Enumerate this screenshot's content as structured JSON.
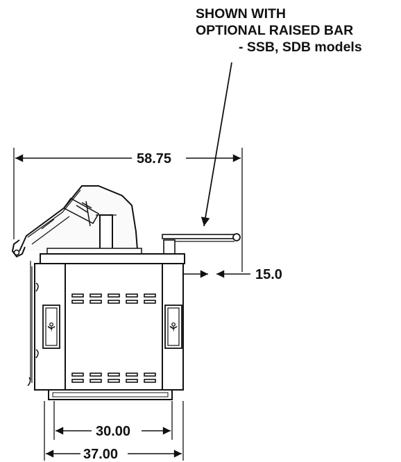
{
  "callout": {
    "line1": "SHOWN WITH",
    "line2": "OPTIONAL RAISED BAR",
    "line3": "- SSB, SDB models"
  },
  "dimensions": {
    "overall_width": "58.75",
    "bar_projection": "15.0",
    "inner_width": "30.00",
    "outer_width": "37.00"
  },
  "colors": {
    "ink": "#111111",
    "background": "#ffffff"
  },
  "icons": {
    "side_panel_logo": "ornament-icon"
  }
}
